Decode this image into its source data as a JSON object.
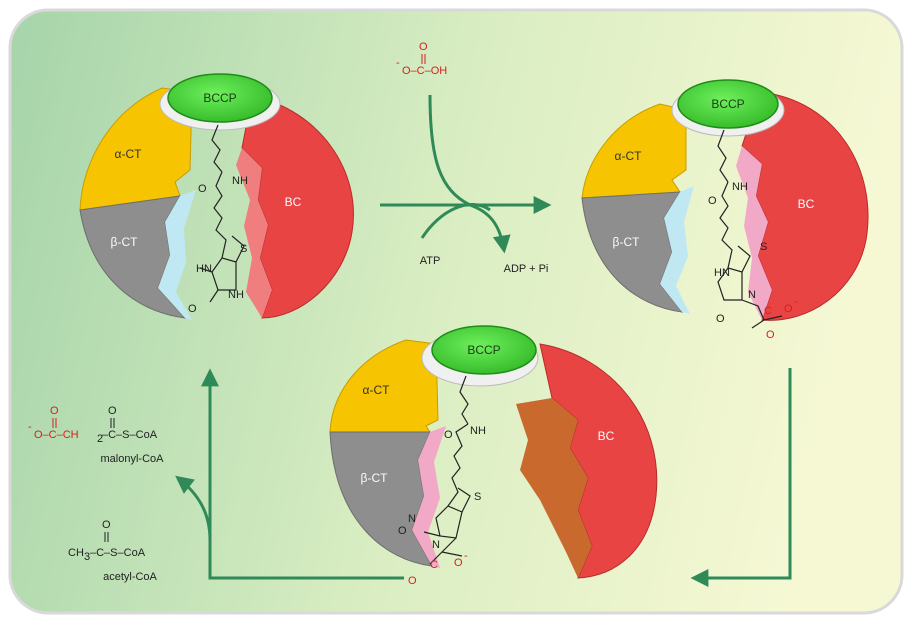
{
  "colors": {
    "bg_left": "#a9d6ad",
    "bg_right": "#f5f7d2",
    "alpha_ct": "#f6c400",
    "beta_ct": "#8e8e8e",
    "bc": "#e84444",
    "bccp": "#49d63c",
    "arrow": "#2f8a57",
    "red_text": "#d61f1f"
  },
  "complex_top_left": {
    "bccp": "BCCP",
    "alpha": "α-CT",
    "beta": "β-CT",
    "bc": "BC"
  },
  "complex_top_right": {
    "bccp": "BCCP",
    "alpha": "α-CT",
    "beta": "β-CT",
    "bc": "BC"
  },
  "complex_bottom": {
    "bccp": "BCCP",
    "alpha": "α-CT",
    "beta": "β-CT",
    "bc": "BC"
  },
  "reagents": {
    "bicarbonate_label": "O–C–OH",
    "bicarbonate_charge": "-",
    "bicarbonate_carbonyl": "O",
    "atp": "ATP",
    "adp_pi": "ADP + Pi"
  },
  "products": {
    "malonyl_formula_head": "O–C–CH",
    "malonyl_sub": "2",
    "malonyl_formula_tail": "–C–S–CoA",
    "malonyl_name": "malonyl-CoA",
    "acetyl_formula_head": "CH",
    "acetyl_sub": "3",
    "acetyl_formula_tail": "–C–S–CoA",
    "acetyl_name": "acetyl-CoA",
    "charge": "-",
    "carbonyl": "O"
  },
  "biotin": {
    "nh": "NH",
    "hn": "HN",
    "n": "N",
    "o": "O",
    "s": "S",
    "carboxyl": "C",
    "carboxyl_o": "O",
    "charge": "-"
  }
}
